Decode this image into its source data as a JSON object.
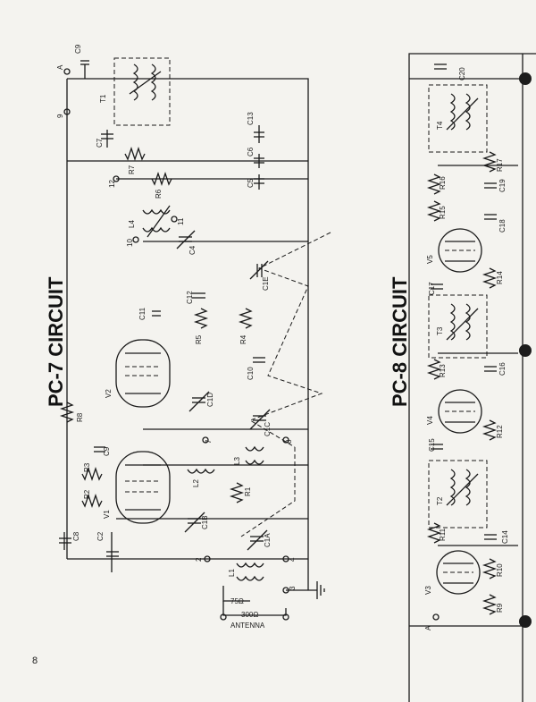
{
  "page_number": "8",
  "pc7": {
    "title": "PC-7 CIRCUIT",
    "tubes": [
      "V1",
      "V2"
    ],
    "capacitors": [
      "C1A",
      "C1B",
      "C1C",
      "C1D",
      "C1E",
      "C2",
      "C3",
      "C4",
      "C5",
      "C6",
      "C7",
      "C8",
      "C9",
      "C10",
      "C11",
      "C12",
      "C13"
    ],
    "resistors": [
      "R1",
      "R2",
      "R3",
      "R4",
      "R5",
      "R6",
      "R7",
      "R8"
    ],
    "coils": [
      "L1",
      "L2",
      "L3",
      "L4"
    ],
    "transformer": "T1",
    "terminals": [
      "A",
      "9",
      "12",
      "10",
      "11",
      "7",
      "8",
      "2",
      "4",
      "3"
    ],
    "antenna": {
      "label": "ANTENNA",
      "ohm_75": "75Ω",
      "ohm_300": "300Ω"
    }
  },
  "pc8": {
    "title": "PC-8 CIRCUIT",
    "tubes": [
      "V3",
      "V4",
      "V5"
    ],
    "transformers": [
      "T2",
      "T3",
      "T4"
    ],
    "capacitors": [
      "C14",
      "C15",
      "C16",
      "C17",
      "C18",
      "C19",
      "C20"
    ],
    "resistors": [
      "R9",
      "R10",
      "R11",
      "R12",
      "R13",
      "R14",
      "R15",
      "R16",
      "R17"
    ],
    "terminal": "A"
  }
}
